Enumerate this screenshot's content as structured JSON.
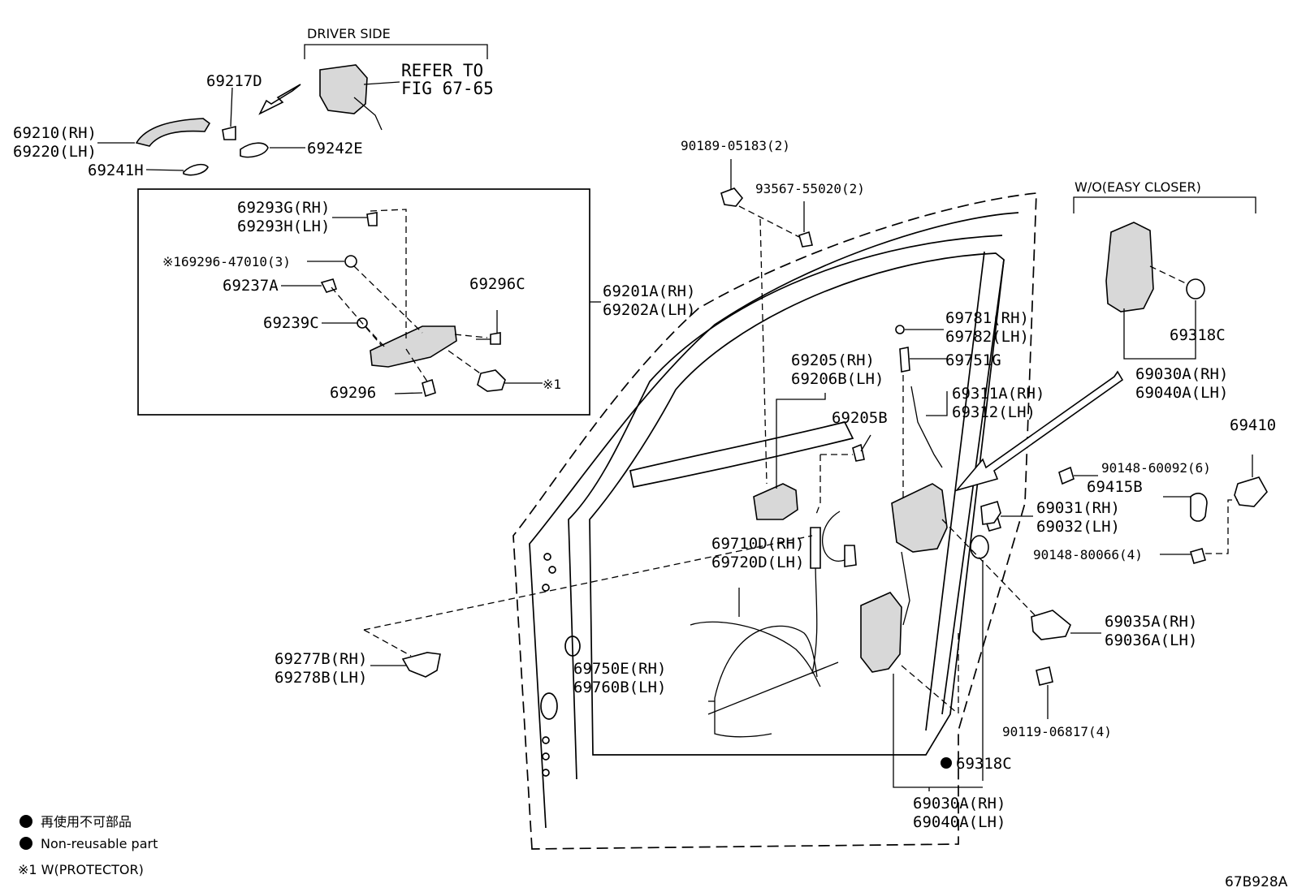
{
  "groups": {
    "driver_side": "DRIVER SIDE",
    "without_easy_closer": "W/O(EASY  CLOSER)"
  },
  "refer": {
    "line1": "REFER TO",
    "line2": "FIG 67-65"
  },
  "parts": {
    "p69217D": "69217D",
    "p69210_rh": "69210(RH)",
    "p69220_lh": "69220(LH)",
    "p69241H": "69241H",
    "p69242E": "69242E",
    "p69293G_rh": "69293G(RH)",
    "p69293H_lh": "69293H(LH)",
    "p69296_47010": "※169296-47010(3)",
    "p69237A": "69237A",
    "p69296C": "69296C",
    "p69239C": "69239C",
    "p69296": "69296",
    "protector_mark": "※1",
    "p69201A_rh": "69201A(RH)",
    "p69202A_lh": "69202A(LH)",
    "p90189": "90189-05183(2)",
    "p93567": "93567-55020(2)",
    "p69781_rh": "69781(RH)",
    "p69782_lh": "69782(LH)",
    "p69751G": "69751G",
    "p69205_rh": "69205(RH)",
    "p69206B_lh": "69206B(LH)",
    "p69311A_rh": "69311A(RH)",
    "p69312_lh": "69312(LH)",
    "p69205B": "69205B",
    "p69318C_top": "69318C",
    "p69030A_rh_top": "69030A(RH)",
    "p69040A_lh_top": "69040A(LH)",
    "p69410": "69410",
    "p90148_60092": "90148-60092(6)",
    "p69415B": "69415B",
    "p69031_rh": "69031(RH)",
    "p69032_lh": "69032(LH)",
    "p90148_80066": "90148-80066(4)",
    "p69710D_rh": "69710D(RH)",
    "p69720D_lh": "69720D(LH)",
    "p69035A_rh": "69035A(RH)",
    "p69036A_lh": "69036A(LH)",
    "p69277B_rh": "69277B(RH)",
    "p69278B_lh": "69278B(LH)",
    "p69750E_rh": "69750E(RH)",
    "p69760B_lh": "69760B(LH)",
    "p90119": "90119-06817(4)",
    "p69318C_bottom": "69318C",
    "p69030A_rh_bottom": "69030A(RH)",
    "p69040A_lh_bottom": "69040A(LH)"
  },
  "legend": {
    "jp": "再使用不可部品",
    "en": "Non-reusable part",
    "protector": "※1 W(PROTECTOR)"
  },
  "figure_id": "67B928A"
}
